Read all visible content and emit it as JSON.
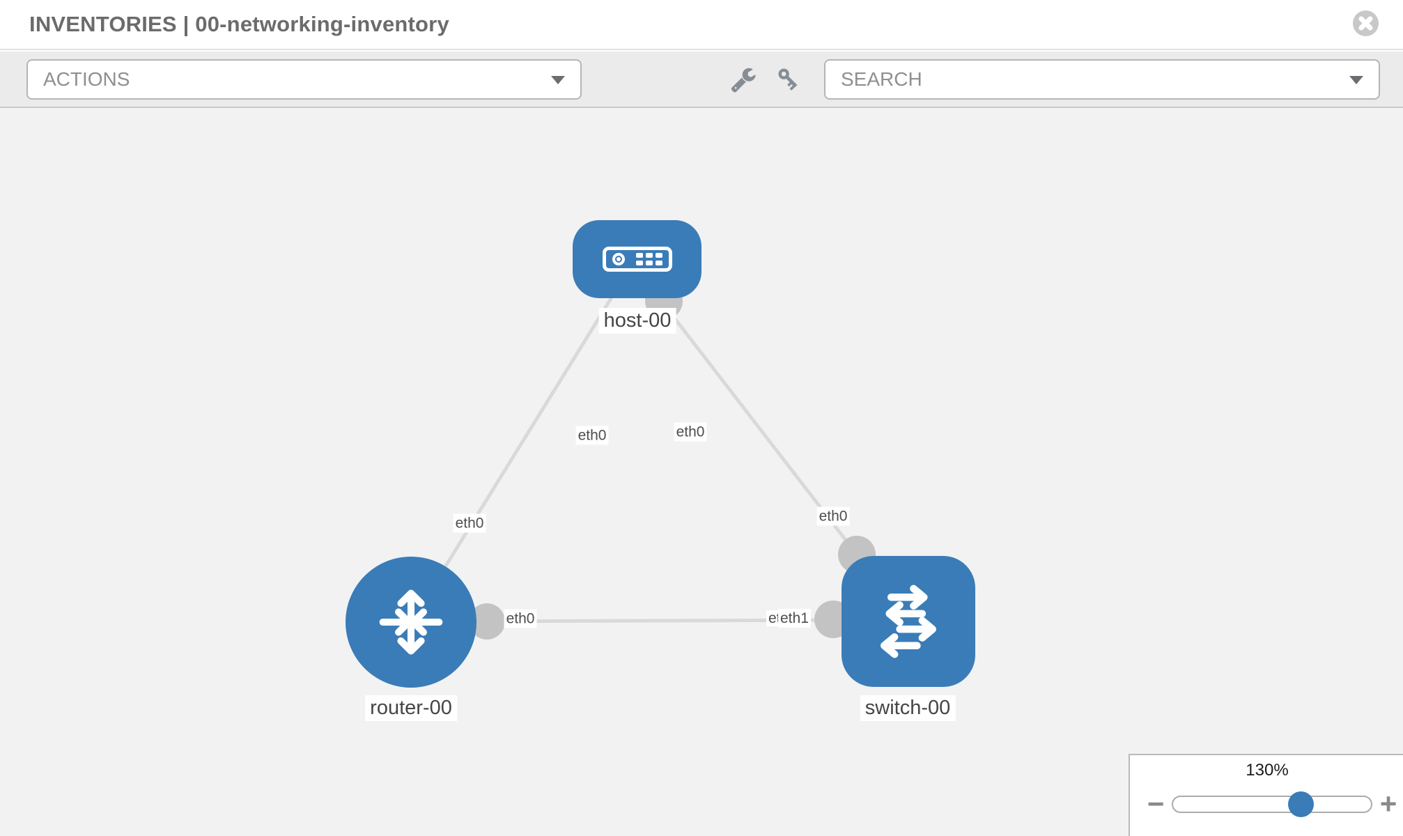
{
  "header": {
    "title": "INVENTORIES | 00-networking-inventory"
  },
  "toolbar": {
    "actions_label": "ACTIONS",
    "search_label": "SEARCH",
    "icons": [
      "wrench-icon",
      "key-icon"
    ]
  },
  "topology": {
    "nodes": [
      {
        "label": "host-00",
        "type": "host"
      },
      {
        "label": "router-00",
        "type": "router"
      },
      {
        "label": "switch-00",
        "type": "switch"
      }
    ],
    "links": [
      {
        "from": "router-00",
        "to": "host-00"
      },
      {
        "from": "host-00",
        "to": "switch-00"
      },
      {
        "from": "router-00",
        "to": "switch-00"
      }
    ],
    "edge_labels": {
      "router_host_at_host": "eth0",
      "router_host_at_router": "eth0",
      "host_switch_at_host": "eth0",
      "host_switch_at_switch": "eth0",
      "router_switch_at_router": "eth0",
      "router_switch_at_switch_back": "eth0",
      "router_switch_at_switch_front": "eth1"
    },
    "colors": {
      "node_blue": "#3a7cb8",
      "link_gray": "#d9d9d9",
      "connector_gray": "#c3c3c3",
      "canvas_bg": "#f2f2f2"
    }
  },
  "zoom_control": {
    "value": "130%",
    "minus_label": "−",
    "plus_label": "+"
  }
}
